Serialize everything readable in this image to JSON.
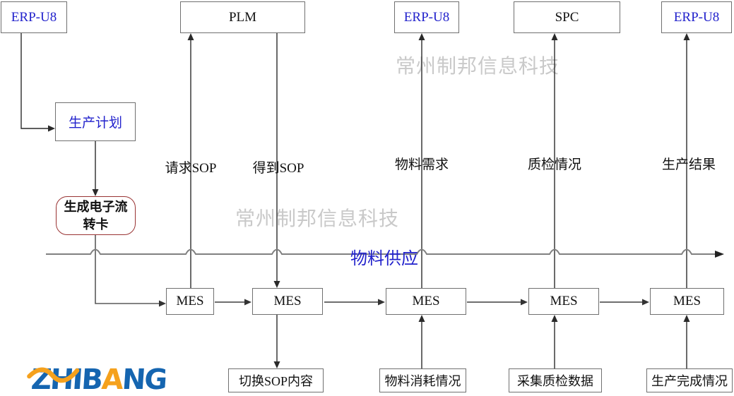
{
  "systems": {
    "erp1": "ERP-U8",
    "plm": "PLM",
    "erp2": "ERP-U8",
    "spc": "SPC",
    "erp3": "ERP-U8"
  },
  "process": {
    "production_plan": "生产计划",
    "eflow_card_line1": "生成电子流",
    "eflow_card_line2": "转卡"
  },
  "mes": {
    "m1": "MES",
    "m2": "MES",
    "m3": "MES",
    "m4": "MES",
    "m5": "MES"
  },
  "flows": {
    "request_sop": "请求SOP",
    "get_sop": "得到SOP",
    "material_demand": "物料需求",
    "quality_status": "质检情况",
    "production_result": "生产结果",
    "material_supply": "物料供应"
  },
  "bottom": {
    "switch_sop": "切换SOP内容",
    "material_consumption": "物料消耗情况",
    "collect_quality": "采集质检数据",
    "production_complete": "生产完成情况"
  },
  "watermark": "常州制邦信息科技",
  "logo": {
    "part1": "ZHIB",
    "part2": "A",
    "part3": "NG"
  },
  "colors": {
    "accent_blue": "#2222cc",
    "card_border_red": "#993333",
    "watermark_gray": "#c9c9c9",
    "line_gray": "#808080",
    "logo_blue": "#1565b0",
    "logo_orange": "#f5a11d"
  }
}
